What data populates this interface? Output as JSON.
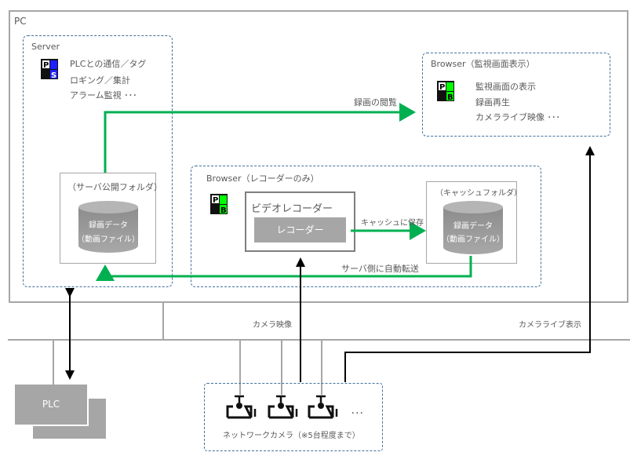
{
  "pc": {
    "label": "PC"
  },
  "server": {
    "label": "Server",
    "icon": "ps-server-icon",
    "features": [
      "PLCとの通信／タグ",
      "ロギング／集計",
      "アラーム監視 ･･･"
    ],
    "folder_label": "（サーバ公開フォルダ）",
    "db_line1": "録画データ",
    "db_line2": "（動画ファイル）"
  },
  "browser_monitor": {
    "label": "Browser（監視画面表示）",
    "icon": "pb-browser-icon",
    "features": [
      "監視画面の表示",
      "録画再生",
      "カメラライブ映像 ･･･"
    ]
  },
  "browser_recorder": {
    "label": "Browser（レコーダーのみ）",
    "icon": "pb-browser-icon",
    "recorder_title": "ビデオレコーダー",
    "recorder_button": "レコーダー",
    "cache_folder_label": "（キャッシュフォルダ）",
    "db_line1": "録画データ",
    "db_line2": "（動画ファイル）"
  },
  "arrows": {
    "view_recording": "録画の閲覧",
    "save_cache": "キャッシュに保存",
    "auto_transfer": "サーバ側に自動転送",
    "camera_video": "カメラ映像",
    "camera_live": "カメラライブ表示"
  },
  "plc": {
    "label": "PLC"
  },
  "cameras": {
    "label": "ネットワークカメラ（※5台程度まで）",
    "ellipsis": "･･･",
    "count_shown": 3
  },
  "colors": {
    "green": "#00b050",
    "dash_blue": "#41719c",
    "gray": "#a6a6a6",
    "ps_blue": "#1f1fff",
    "pb_green": "#00ff00"
  }
}
